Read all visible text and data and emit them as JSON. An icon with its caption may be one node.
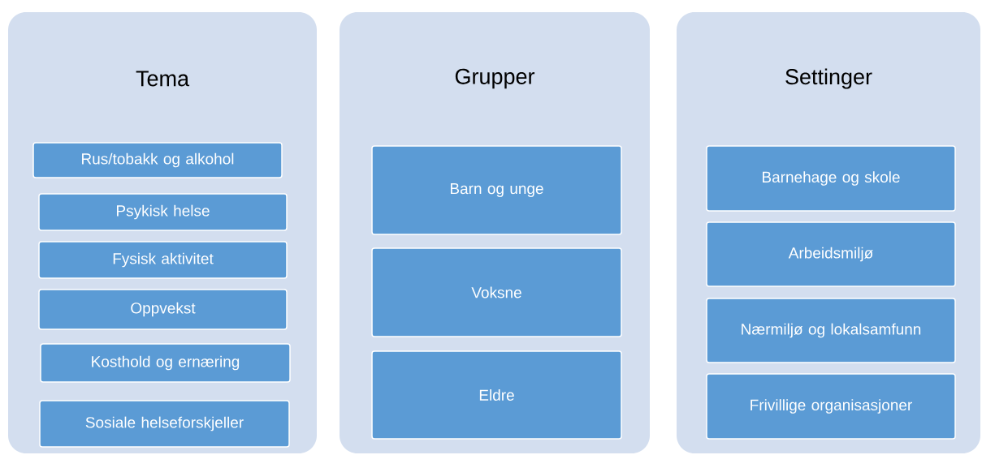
{
  "diagram": {
    "nodes": [
      {
        "text": [
          "Tema"
        ]
      },
      {
        "text": [
          "Rus/tobakk og alkohol"
        ],
        "in": 0
      },
      {
        "text": [
          "Psykisk helse"
        ],
        "in": 0
      },
      {
        "text": [
          "Fysisk aktivitet"
        ],
        "in": 0
      },
      {
        "text": [
          "Oppvekst"
        ],
        "in": 0
      },
      {
        "text": [
          "Kosthold og ernæring"
        ],
        "in": 0
      },
      {
        "text": [
          "Sosiale helseforskjeller"
        ],
        "in": 0
      },
      {
        "text": [
          "Grupper"
        ]
      },
      {
        "text": [
          "Barn og unge"
        ],
        "in": 7
      },
      {
        "text": [
          "Voksne"
        ],
        "in": 7
      },
      {
        "text": [
          "Eldre"
        ],
        "in": 7
      },
      {
        "text": [
          "Settinger"
        ]
      },
      {
        "text": [
          "Barnehage og skole"
        ],
        "in": 11
      },
      {
        "text": [
          "Arbeidsmiljø"
        ],
        "in": 11
      },
      {
        "text": [
          "Nærmiljø og lokalsamfunn"
        ],
        "in": 11
      },
      {
        "text": [
          "Frivillige organisasjoner"
        ],
        "in": 11
      }
    ]
  }
}
